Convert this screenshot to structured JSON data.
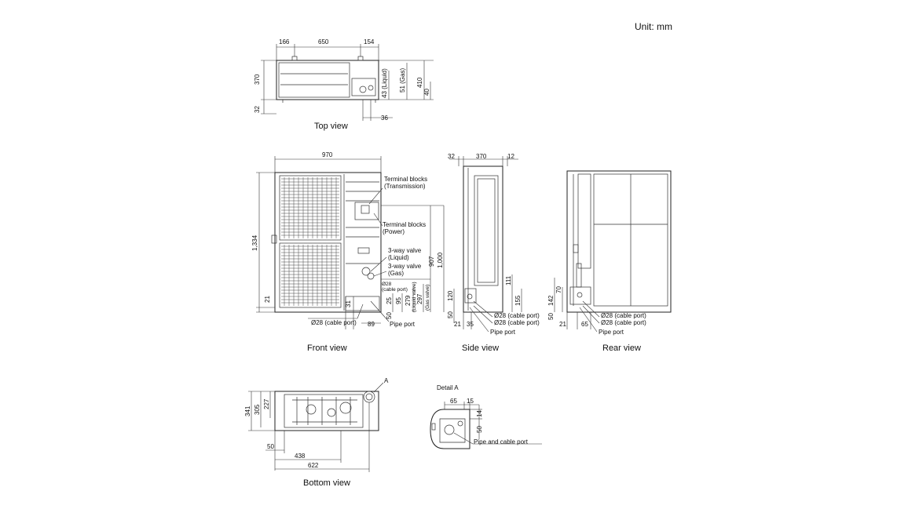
{
  "unit_label": "Unit: mm",
  "views": {
    "top": {
      "caption": "Top view",
      "dims": {
        "d166": "166",
        "d650": "650",
        "d154": "154",
        "d370": "370",
        "d32": "32",
        "d36": "36",
        "d43": "43 (Liquid)",
        "d51": "51 (Gas)",
        "d410": "410",
        "d40": "40"
      }
    },
    "front": {
      "caption": "Front view",
      "dims": {
        "d970": "970",
        "d1334": "1,334",
        "d21": "21",
        "d31": "31",
        "d89": "89",
        "d25": "25",
        "d50": "50",
        "d95": "95",
        "d279": "279",
        "d297": "297",
        "d907": "907",
        "d1000": "1,000",
        "liquid_valve": "(Liquid valve)",
        "gas_valve": "(Gas valve)"
      },
      "labels": {
        "tb_trans_1": "Terminal blocks",
        "tb_trans_2": "(Transmission)",
        "tb_power_1": "Terminal blocks",
        "tb_power_2": "(Power)",
        "v_liquid_1": "3-way valve",
        "v_liquid_2": "(Liquid)",
        "v_gas_1": "3-way valve",
        "v_gas_2": "(Gas)",
        "cable_28a": "Ø28",
        "cable_28b": "(cable port)",
        "cable_port": "Ø28 (cable port)",
        "pipe_port": "Pipe port"
      }
    },
    "side": {
      "caption": "Side view",
      "dims": {
        "d32": "32",
        "d370": "370",
        "d12": "12",
        "d111": "111",
        "d155": "155",
        "d120": "120",
        "d50": "50",
        "d21": "21",
        "d35": "35"
      },
      "labels": {
        "c1": "Ø28 (cable port)",
        "c2": "Ø28 (cable port)",
        "pipe": "Pipe port"
      }
    },
    "rear": {
      "caption": "Rear view",
      "dims": {
        "d142": "142",
        "d70": "70",
        "d50": "50",
        "d21": "21",
        "d65": "65"
      },
      "labels": {
        "c1": "Ø28 (cable port)",
        "c2": "Ø28 (cable port)",
        "pipe": "Pipe port"
      }
    },
    "bottom": {
      "caption": "Bottom view",
      "dims": {
        "d341": "341",
        "d305": "305",
        "d227": "227",
        "d50": "50",
        "d438": "438",
        "d622": "622"
      },
      "marker": "A"
    },
    "detail": {
      "title": "Detail A",
      "dims": {
        "d65": "65",
        "d15": "15",
        "d14": "14",
        "d50": "50"
      },
      "label": "Pipe and cable port"
    }
  }
}
